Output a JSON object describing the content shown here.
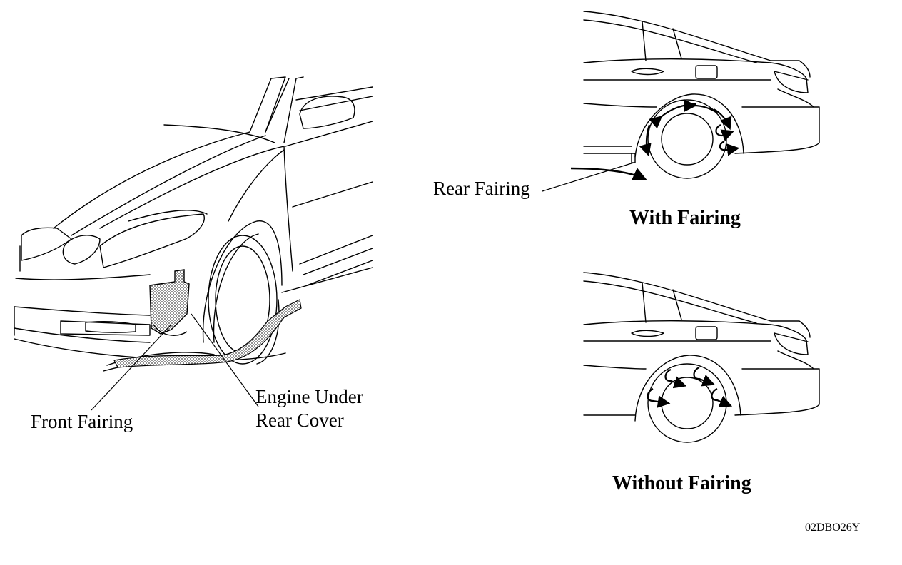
{
  "labels": {
    "engine_under_line1": "Engine Under",
    "engine_under_line2": "Rear Cover",
    "front_fairing": "Front Fairing",
    "rear_fairing": "Rear Fairing",
    "with_fairing": "With Fairing",
    "without_fairing": "Without Fairing",
    "figure_code": "02DBO26Y"
  },
  "colors": {
    "line": "#000000",
    "background": "#ffffff",
    "hatch": "#555555"
  },
  "icons": {
    "airflow": "curved-arrow-icon",
    "turbulence": "swirl-arrow-icon"
  }
}
